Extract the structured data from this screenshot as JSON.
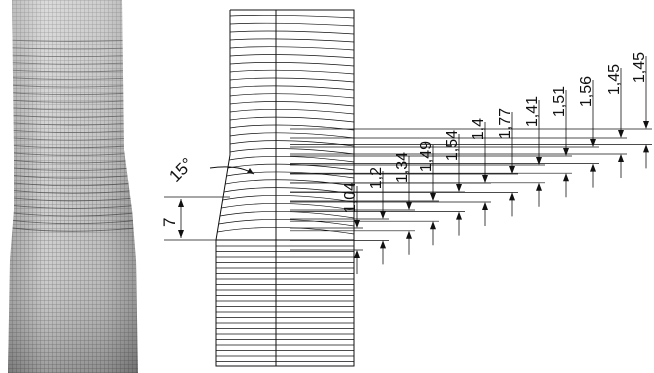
{
  "figure": {
    "angle_label": "15°",
    "offset_label": "7",
    "dimension_labels": [
      "1,04",
      "1,2",
      "1,34",
      "1,49",
      "1,54",
      "1,4",
      "1,77",
      "1,41",
      "1,51",
      "1,56",
      "1,45",
      "1,45"
    ]
  },
  "colors": {
    "ink": "#111111",
    "paper": "#ffffff",
    "photo_light": "#c8c8c8",
    "photo_dark": "#3a3a3a"
  }
}
